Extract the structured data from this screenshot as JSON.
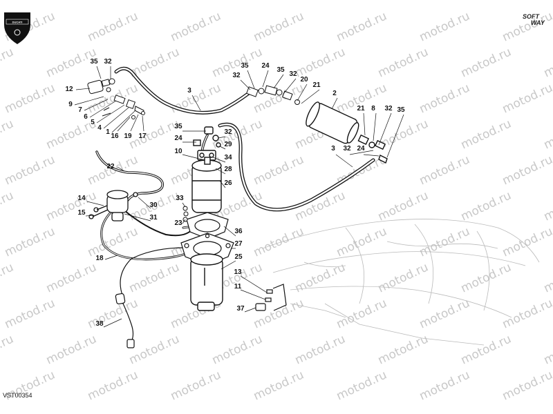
{
  "brand": {
    "logo_text": "DUCATI"
  },
  "software_mark": {
    "line1": "SOFT",
    "line2": "WAY"
  },
  "watermark": "motod.ru",
  "drawing_code": "VST00354",
  "callouts": [
    "35",
    "32",
    "12",
    "9",
    "7",
    "6",
    "5",
    "4",
    "1",
    "16",
    "19",
    "17",
    "3",
    "35",
    "32",
    "24",
    "35",
    "32",
    "20",
    "21",
    "2",
    "21",
    "8",
    "32",
    "35",
    "3",
    "32",
    "24",
    "35",
    "24",
    "10",
    "32",
    "29",
    "34",
    "28",
    "26",
    "22",
    "14",
    "15",
    "30",
    "31",
    "33",
    "23",
    "36",
    "27",
    "25",
    "18",
    "13",
    "11",
    "37",
    "38"
  ],
  "colors": {
    "line": "#111111",
    "watermark": "#c8c8c8"
  }
}
